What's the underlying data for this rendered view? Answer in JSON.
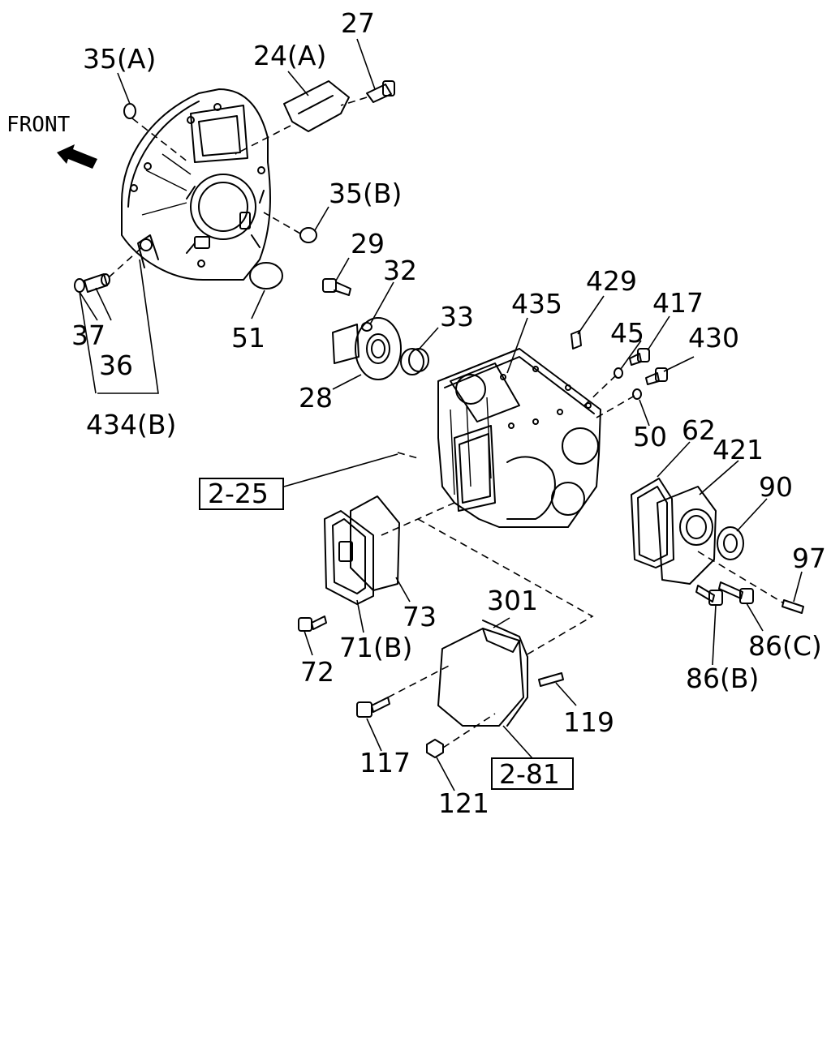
{
  "direction_label": "FRONT",
  "part_labels": {
    "p27": "27",
    "p35a": "35(A)",
    "p24a": "24(A)",
    "p35b": "35(B)",
    "p29": "29",
    "p32": "32",
    "p33": "33",
    "p37": "37",
    "p36": "36",
    "p434b": "434(B)",
    "p51": "51",
    "p28": "28",
    "p429": "429",
    "p435": "435",
    "p417": "417",
    "p45": "45",
    "p430": "430",
    "p50": "50",
    "p62": "62",
    "p421": "421",
    "p90": "90",
    "p97": "97",
    "p73": "73",
    "p71b": "71(B)",
    "p72": "72",
    "p301": "301",
    "p86c": "86(C)",
    "p86b": "86(B)",
    "p119": "119",
    "p117": "117",
    "p121": "121"
  },
  "references": {
    "ref_2_25": "2-25",
    "ref_2_81": "2-81"
  }
}
